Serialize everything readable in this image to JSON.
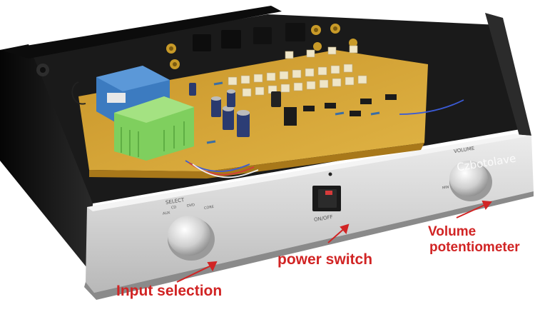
{
  "panel": {
    "select_label": "SELECT",
    "input_labels": [
      "AUX",
      "CD",
      "DVD",
      "CORE"
    ],
    "volume_label": "VOLUME",
    "volume_min_label": "MIN",
    "switch_label": "ON/OFF"
  },
  "watermark": "Czbotolave",
  "callouts": {
    "input": "Input selection",
    "power": "power switch",
    "volume_line1": "Volume",
    "volume_line2": "potentiometer"
  },
  "colors": {
    "callout": "#d12424",
    "pcb": "#d6a630",
    "chassis": "#141414",
    "faceplate": "#d6d6d6"
  }
}
